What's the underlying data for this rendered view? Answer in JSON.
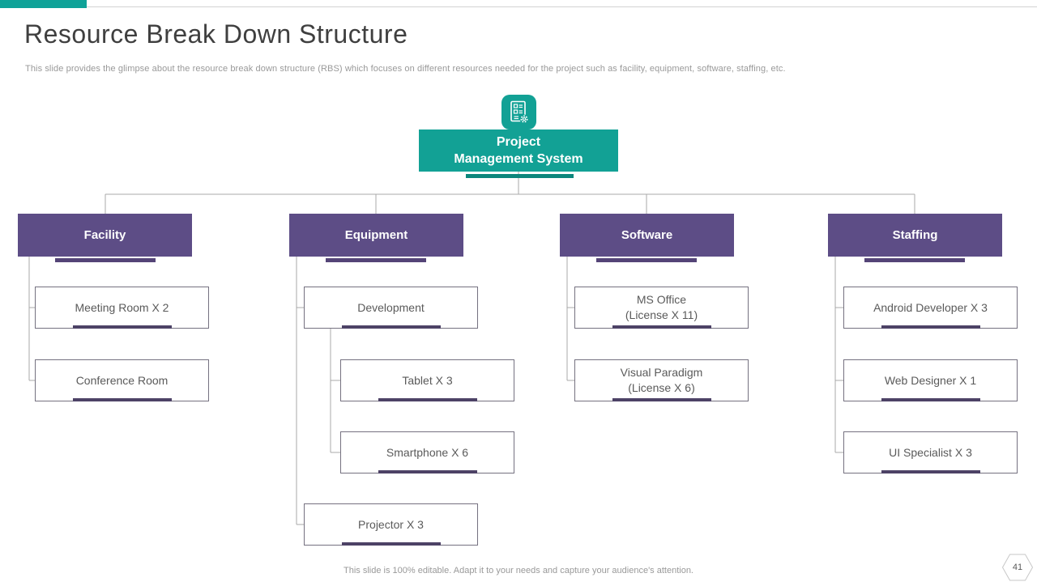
{
  "slide": {
    "title": "Resource Break Down Structure",
    "subtitle": "This slide provides the glimpse about the resource break down structure (RBS) which focuses on different resources needed for the project such as facility,  equipment, software, staffing, etc.",
    "footer": "This slide is 100% editable. Adapt it to your needs and capture your audience's attention.",
    "page_number": "41"
  },
  "colors": {
    "teal": "#12A195",
    "teal_dark": "#0C867C",
    "purple": "#5D4D86",
    "purple_dark": "#544477",
    "leaf_underline": "#4D4266",
    "connector": "#A8A8A8",
    "leaf_border": "#757180",
    "leaf_text": "#5A5A5A",
    "muted_text": "#999999",
    "title_text": "#3F3F3F"
  },
  "icons": {
    "root_icon": "document-gear-icon",
    "page_badge_icon": "hexagon-icon"
  },
  "tree": {
    "root": {
      "lines": [
        "Project",
        "Management System"
      ]
    },
    "categories": [
      {
        "label": "Facility",
        "children": [
          {
            "lines": [
              "Meeting Room X 2"
            ]
          },
          {
            "lines": [
              "Conference Room"
            ]
          }
        ]
      },
      {
        "label": "Equipment",
        "children": [
          {
            "lines": [
              "Development"
            ]
          },
          {
            "lines": [
              "Tablet X 3"
            ]
          },
          {
            "lines": [
              "Smartphone X 6"
            ]
          },
          {
            "lines": [
              "Projector X 3"
            ]
          }
        ]
      },
      {
        "label": "Software",
        "children": [
          {
            "lines": [
              "MS Office",
              "(License X 11)"
            ]
          },
          {
            "lines": [
              "Visual Paradigm",
              "(License X 6)"
            ]
          }
        ]
      },
      {
        "label": "Staffing",
        "children": [
          {
            "lines": [
              "Android Developer X 3"
            ]
          },
          {
            "lines": [
              "Web Designer X 1"
            ]
          },
          {
            "lines": [
              "UI Specialist X 3"
            ]
          }
        ]
      }
    ]
  }
}
